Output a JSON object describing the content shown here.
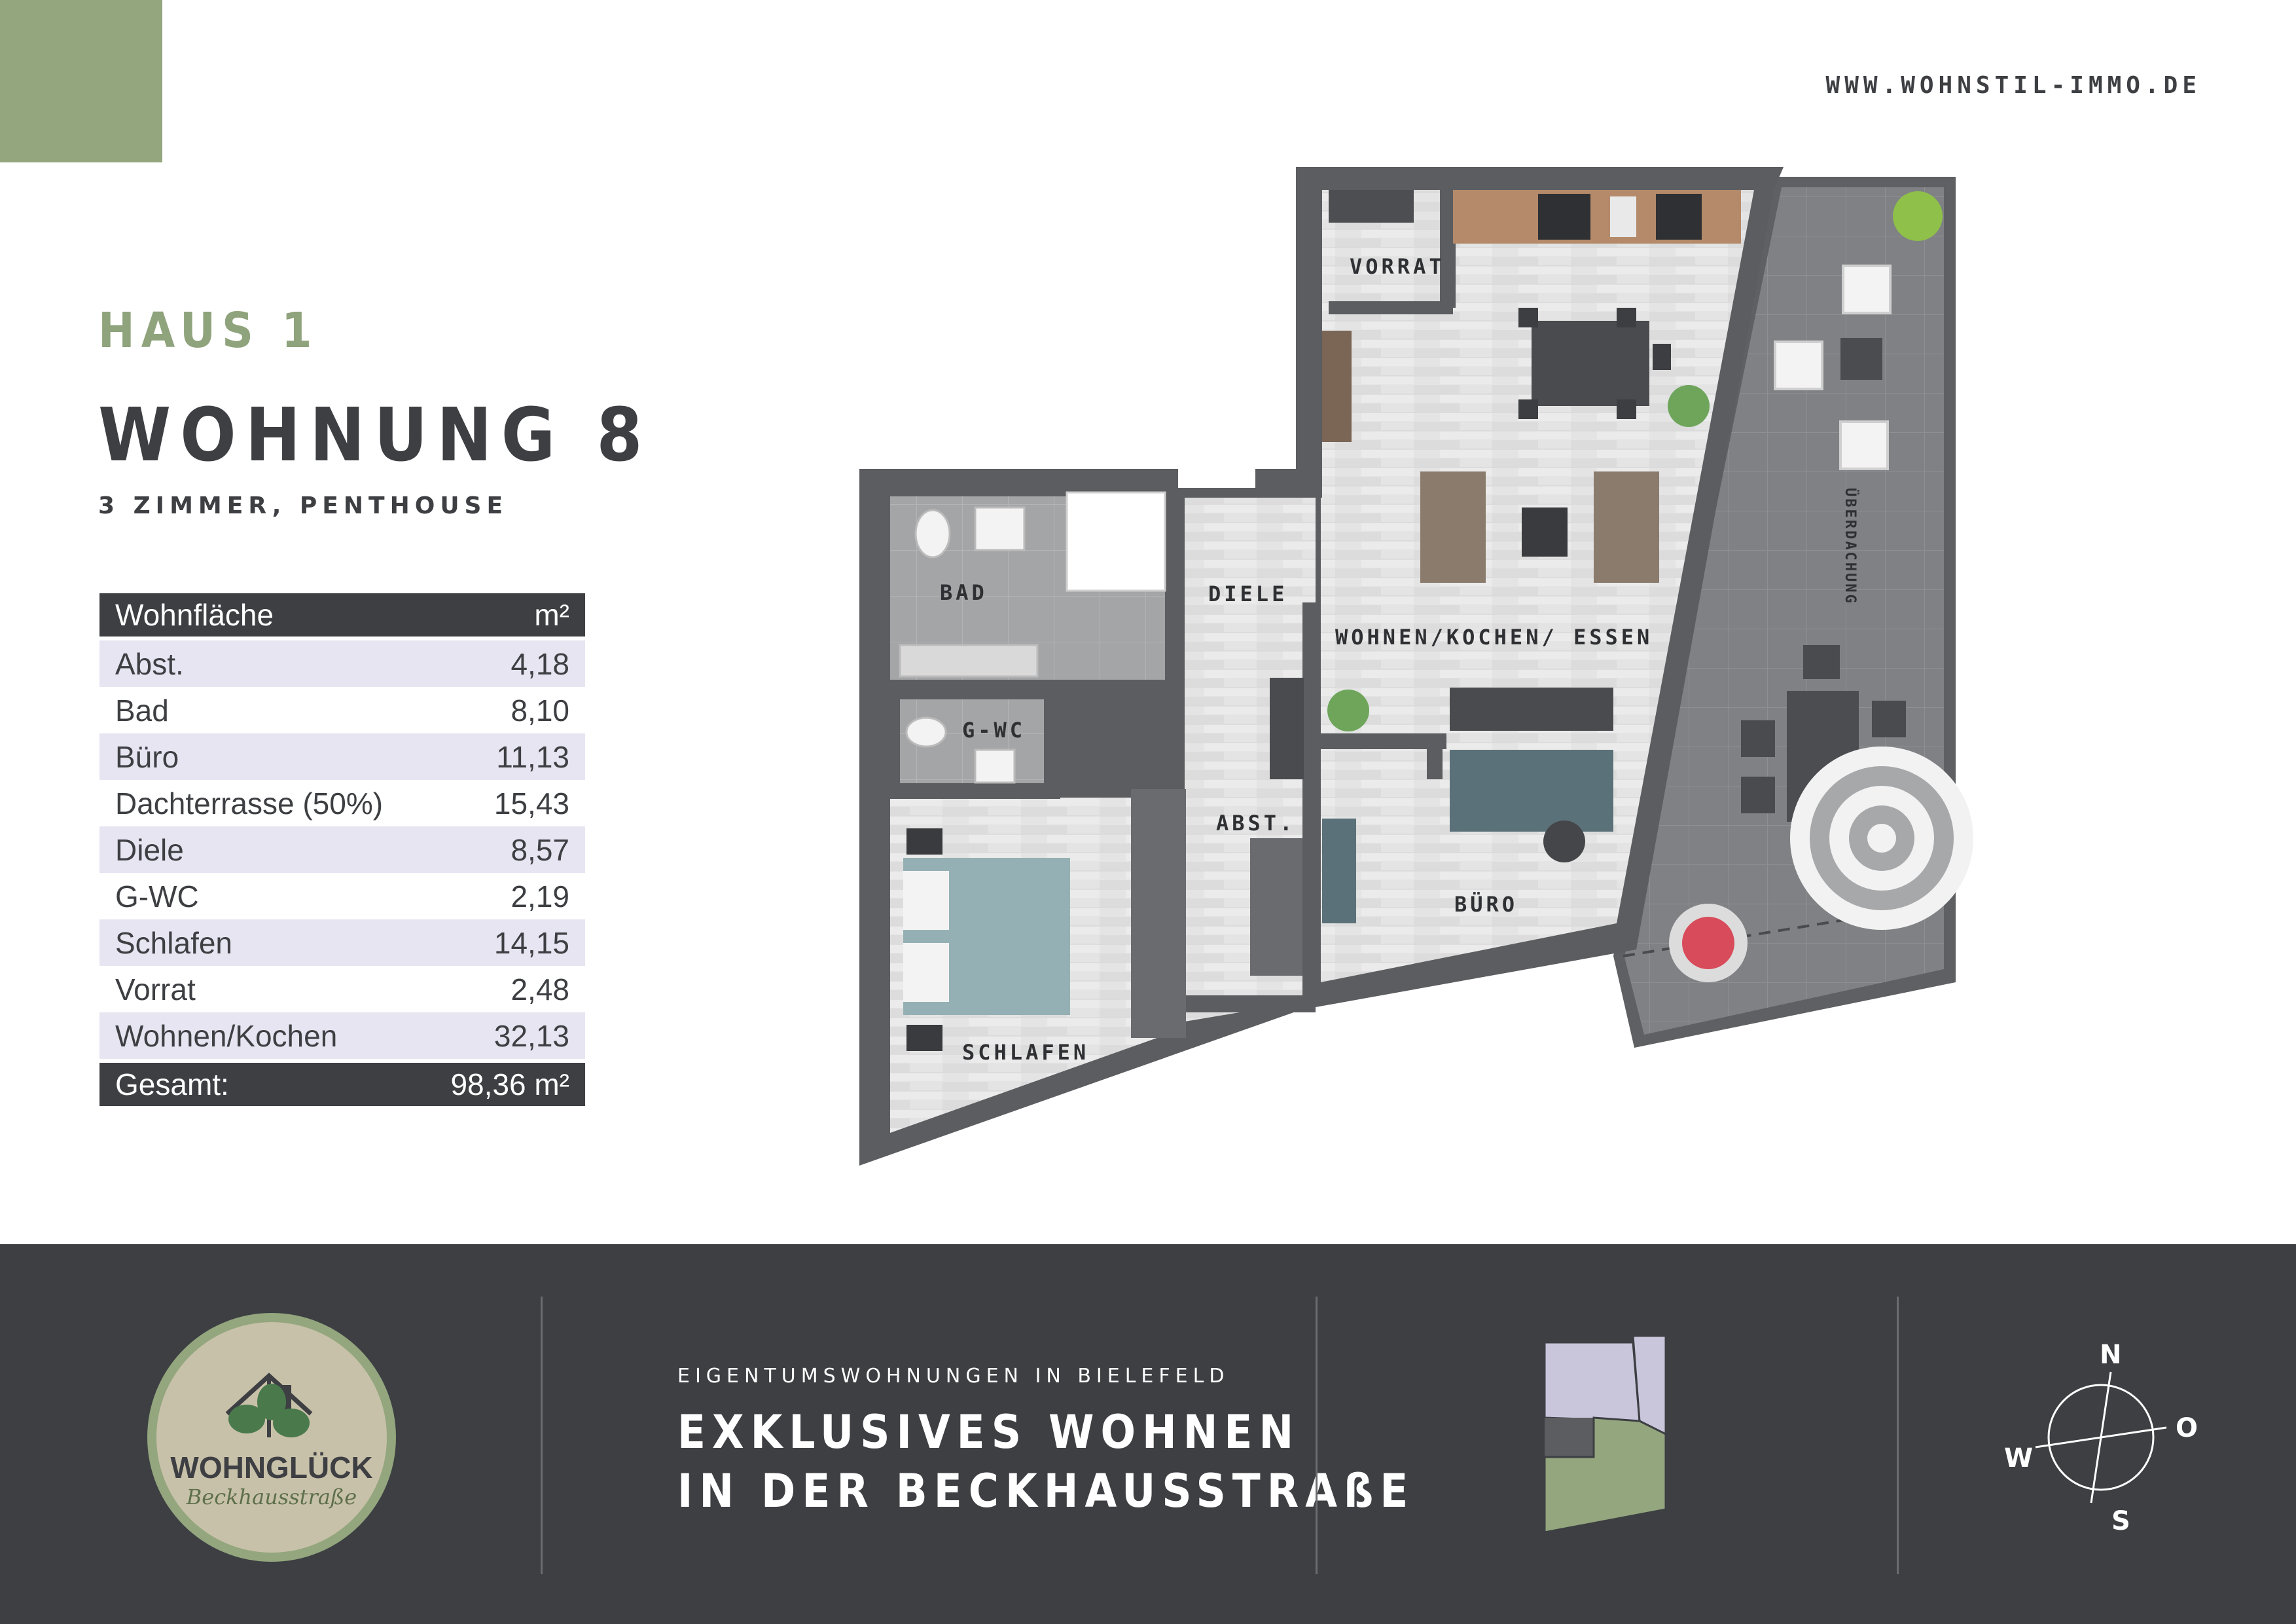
{
  "header": {
    "website": "WWW.WOHNSTIL-IMMO.DE"
  },
  "title": {
    "house": "HAUS 1",
    "apartment": "WOHNUNG 8",
    "subtitle": "3 ZIMMER, PENTHOUSE"
  },
  "area_table": {
    "header_label": "Wohnfläche",
    "header_unit": "m²",
    "rows": [
      {
        "room": "Abst.",
        "area": "4,18"
      },
      {
        "room": "Bad",
        "area": "8,10"
      },
      {
        "room": "Büro",
        "area": "11,13"
      },
      {
        "room": "Dachterrasse (50%)",
        "area": "15,43"
      },
      {
        "room": "Diele",
        "area": "8,57"
      },
      {
        "room": "G-WC",
        "area": "2,19"
      },
      {
        "room": "Schlafen",
        "area": "14,15"
      },
      {
        "room": "Vorrat",
        "area": "2,48"
      },
      {
        "room": "Wohnen/Kochen",
        "area": "32,13"
      }
    ],
    "total_label": "Gesamt:",
    "total_value": "98,36 m²"
  },
  "floorplan": {
    "rooms": {
      "vorrat": "VORRAT",
      "bad": "BAD",
      "diele": "DIELE",
      "wohnen": "WOHNEN/KOCHEN/ ESSEN",
      "gwc": "G-WC",
      "abst": "ABST.",
      "buero": "BÜRO",
      "schlafen": "SCHLAFEN",
      "ueberdachung": "ÜBERDACHUNG"
    }
  },
  "footer": {
    "logo_title": "WOHNGLÜCK",
    "logo_subtitle": "Beckhausstraße",
    "eyebrow": "EIGENTUMSWOHNUNGEN IN BIELEFELD",
    "headline_line1": "EXKLUSIVES WOHNEN",
    "headline_line2": "IN DER BECKHAUSSTRAßE",
    "compass": {
      "north": "N",
      "east": "O",
      "south": "S",
      "west": "W"
    }
  },
  "colors": {
    "accent_green": "#93a67e",
    "dark": "#3d3f43",
    "table_shade": "#e7e5f1",
    "site_highlight": "#c9c6dc",
    "wall": "#5c5d60",
    "terrace": "#7d7f82"
  }
}
